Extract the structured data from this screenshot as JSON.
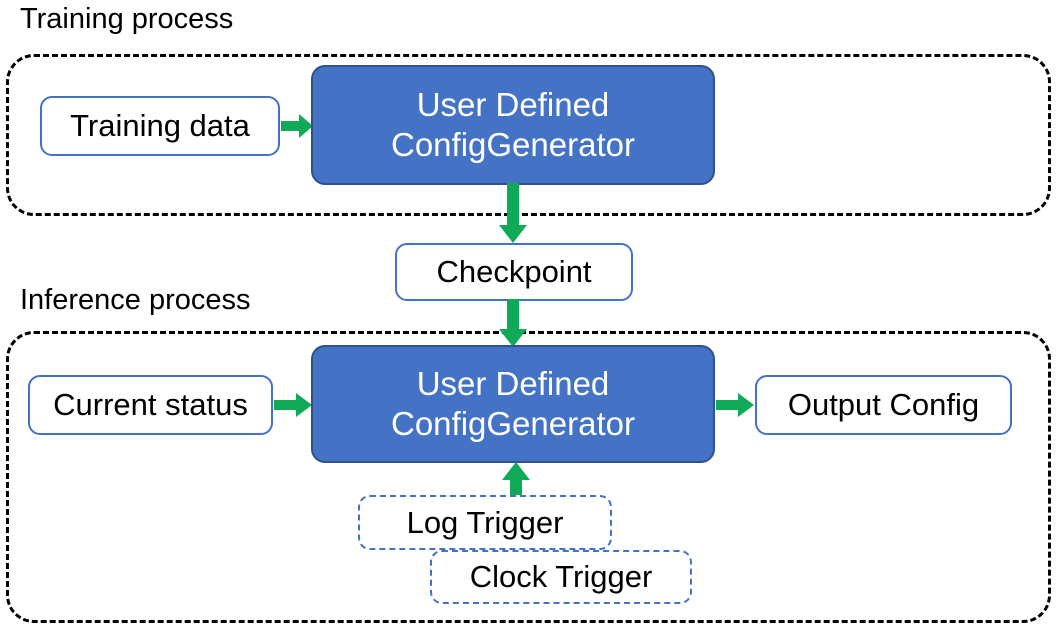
{
  "diagram": {
    "title_visible": false,
    "accent_blue": "#4472C4",
    "accent_blue_dark": "#2F528F",
    "arrow_green": "#0FA958",
    "dash_black": "#000000"
  },
  "groups": [
    {
      "caption": "Training process"
    },
    {
      "caption": "Inference process"
    }
  ],
  "nodes": {
    "training_data": "Training data",
    "training_generator_line1": "User Defined",
    "training_generator_line2": "ConfigGenerator",
    "checkpoint": "Checkpoint",
    "current_status": "Current status",
    "inference_generator_line1": "User Defined",
    "inference_generator_line2": "ConfigGenerator",
    "output_config": "Output Config",
    "log_trigger": "Log Trigger",
    "clock_trigger": "Clock Trigger"
  },
  "arrows": [
    {
      "name": "training-data-to-generator",
      "direction": "right"
    },
    {
      "name": "training-generator-to-checkpoint",
      "direction": "down"
    },
    {
      "name": "checkpoint-to-inference-generator",
      "direction": "down"
    },
    {
      "name": "current-status-to-inference-generator",
      "direction": "right"
    },
    {
      "name": "inference-generator-to-output-config",
      "direction": "right"
    },
    {
      "name": "triggers-to-inference-generator",
      "direction": "up"
    }
  ]
}
